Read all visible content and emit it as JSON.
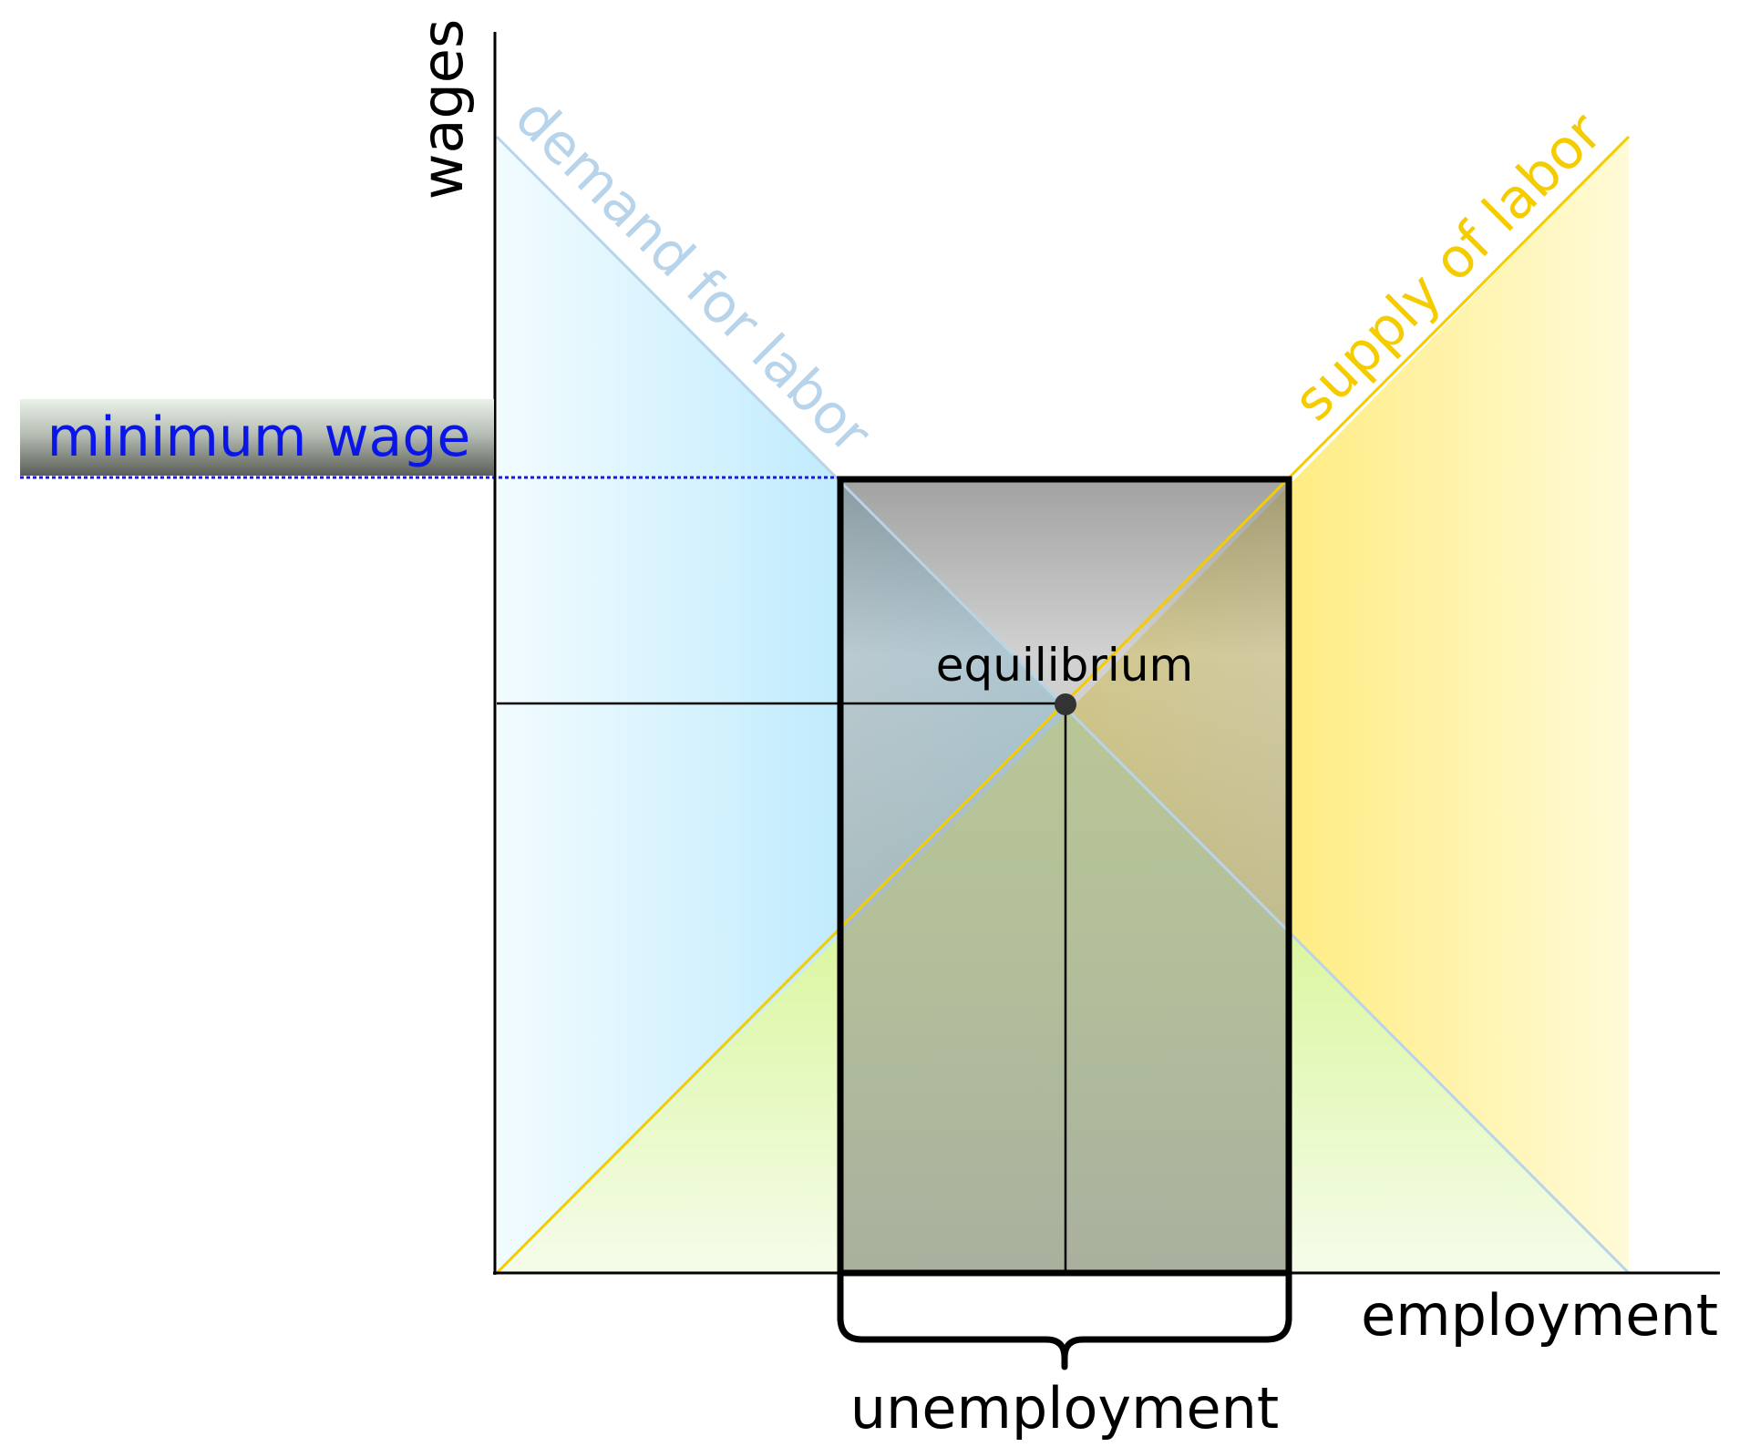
{
  "labels": {
    "y_axis": "wages",
    "x_axis": "employment",
    "demand_curve": "demand for labor",
    "supply_curve": "supply of labor",
    "minimum_wage": "minimum wage",
    "equilibrium": "equilibrium",
    "unemployment": "unemployment"
  },
  "colors": {
    "demand_line": "#b8d4ea",
    "supply_line": "#f5cc00",
    "minimum_wage_text": "#0a16e8",
    "minimum_wage_line": "#1a1ad8",
    "axis": "#000000",
    "unemployment_frame": "#000000",
    "equilibrium_point": "#333333"
  }
}
